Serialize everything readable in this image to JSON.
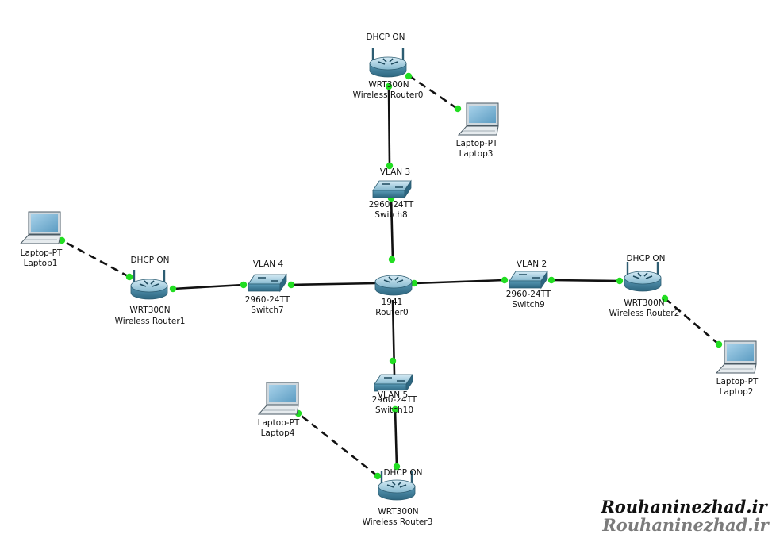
{
  "nodes": {
    "router0": {
      "label1": "1941",
      "label2": "Router0"
    },
    "switch7": {
      "label1": "2960-24TT",
      "label2": "Switch7",
      "vlan": "VLAN 4"
    },
    "switch8": {
      "label1": "2960-24TT",
      "label2": "Switch8",
      "vlan": "VLAN 3"
    },
    "switch9": {
      "label1": "2960-24TT",
      "label2": "Switch9",
      "vlan": "VLAN 2"
    },
    "switch10": {
      "label1": "2960-24TT",
      "label2": "Switch10",
      "vlan": "VLAN 5"
    },
    "wr0": {
      "label1": "WRT300N",
      "label2": "Wireless Router0",
      "status": "DHCP ON"
    },
    "wr1": {
      "label1": "WRT300N",
      "label2": "Wireless Router1",
      "status": "DHCP ON"
    },
    "wr2": {
      "label1": "WRT300N",
      "label2": "Wireless Router2",
      "status": "DHCP ON"
    },
    "wr3": {
      "label1": "WRT300N",
      "label2": "Wireless Router3",
      "status": "DHCP ON"
    },
    "laptop1": {
      "label1": "Laptop-PT",
      "label2": "Laptop1"
    },
    "laptop2": {
      "label1": "Laptop-PT",
      "label2": "Laptop2"
    },
    "laptop3": {
      "label1": "Laptop-PT",
      "label2": "Laptop3"
    },
    "laptop4": {
      "label1": "Laptop-PT",
      "label2": "Laptop4"
    }
  },
  "links": [
    {
      "from": "router0",
      "to": "switch8",
      "type": "solid"
    },
    {
      "from": "router0",
      "to": "switch7",
      "type": "solid"
    },
    {
      "from": "router0",
      "to": "switch9",
      "type": "solid"
    },
    {
      "from": "router0",
      "to": "switch10",
      "type": "solid"
    },
    {
      "from": "switch8",
      "to": "wr0",
      "type": "solid"
    },
    {
      "from": "switch7",
      "to": "wr1",
      "type": "solid"
    },
    {
      "from": "switch9",
      "to": "wr2",
      "type": "solid"
    },
    {
      "from": "switch10",
      "to": "wr3",
      "type": "solid"
    },
    {
      "from": "wr0",
      "to": "laptop3",
      "type": "dashed"
    },
    {
      "from": "wr1",
      "to": "laptop1",
      "type": "dashed"
    },
    {
      "from": "wr2",
      "to": "laptop2",
      "type": "dashed"
    },
    {
      "from": "wr3",
      "to": "laptop4",
      "type": "dashed"
    }
  ],
  "colors": {
    "link": "#111111",
    "port_light": "#22dd22",
    "device_top": "#a9cfe0",
    "device_side": "#3d7e9a",
    "laptop_screen": "#7fb6d6"
  },
  "watermark": "Rouhaninezhad.ir"
}
